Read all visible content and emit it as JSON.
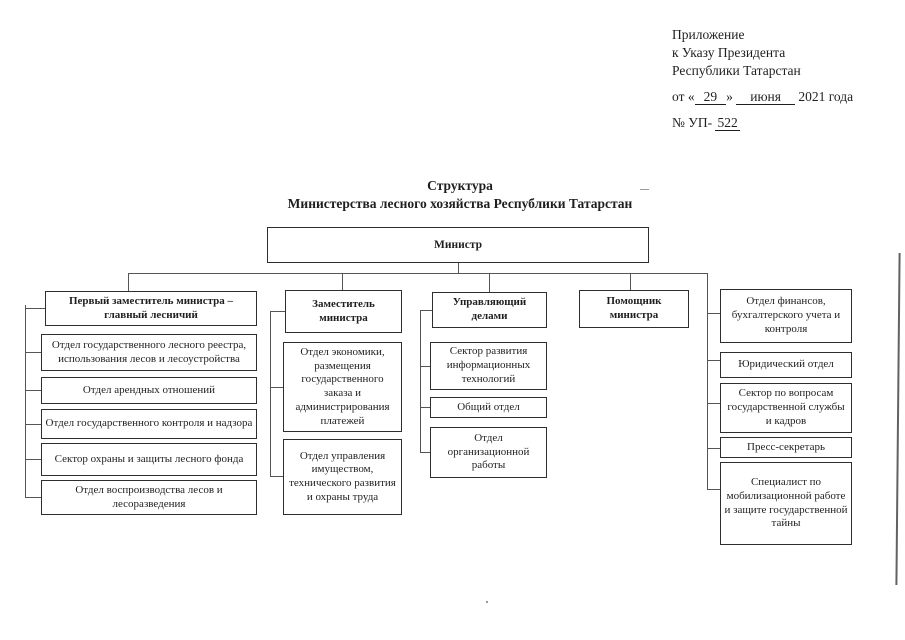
{
  "annotation": {
    "line1": "Приложение",
    "line2": "к Указу Президента",
    "line3": "Республики Татарстан",
    "date": {
      "prefix": "от «",
      "day": "29",
      "close": "»",
      "month": "июня",
      "year": "2021 года"
    },
    "doc_no": {
      "prefix": "№ УП-",
      "value": "522"
    }
  },
  "title": {
    "line1": "Структура",
    "line2": "Министерства лесного хозяйства Республики Татарстан"
  },
  "org": {
    "minister": "Министр",
    "col1": {
      "head": "Первый заместитель министра – главный лесничий",
      "items": [
        "Отдел государственного лесного реестра, использования лесов и лесоустройства",
        "Отдел арендных отношений",
        "Отдел государственного контроля и надзора",
        "Сектор охраны и защиты лесного фонда",
        "Отдел воспроизводства лесов и лесоразведения"
      ]
    },
    "col2": {
      "head": "Заместитель министра",
      "items": [
        "Отдел экономики, размещения государственного заказа и администрирования платежей",
        "Отдел управления имуществом, технического развития и охраны труда"
      ]
    },
    "col3": {
      "head": "Управляющий делами",
      "items": [
        "Сектор развития информационных технологий",
        "Общий отдел",
        "Отдел организационной работы"
      ]
    },
    "col4": {
      "head": "Помощник министра"
    },
    "col5": {
      "items": [
        "Отдел финансов, бухгалтерского учета и контроля",
        "Юридический отдел",
        "Сектор по вопросам государственной службы и кадров",
        "Пресс-секретарь",
        "Специалист по мобилизационной работе и защите государственной тайны"
      ]
    }
  },
  "colors": {
    "paper": "#ffffff",
    "ink": "#1f1f1f",
    "box_border": "#2e2e2e",
    "line": "#555555"
  }
}
